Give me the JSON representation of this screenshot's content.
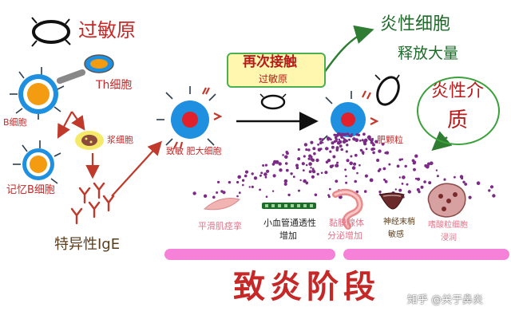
{
  "labels": {
    "allergen": "过敏原",
    "th_cell": "Th细胞",
    "b_cell": "B细胞",
    "plasma_cell": "浆细胞",
    "memory_b_cell": "记忆B细胞",
    "specific_ige": "特异性IgE",
    "sensitized_mast_cell": "致敏 肥大细胞",
    "reexposure_line1": "再次接触",
    "reexposure_line2": "过敏原",
    "inflammatory_cells_line1": "炎性细胞",
    "inflammatory_cells_line2": "释放大量",
    "inflammatory_substance_line1": "炎性介",
    "inflammatory_substance_line2": "质",
    "granules": "肥颗粒",
    "smooth_muscle": "平滑肌痉挛",
    "vascular_line1": "小血管通透性",
    "vascular_line2": "增加",
    "mucus_line1": "黏膜腺体",
    "mucus_line2": "分泌增加",
    "nerve_line1": "神经末梢",
    "nerve_line2": "敏感",
    "eosinophil_line1": "嗜酸粒细胞",
    "eosinophil_line2": "浸润",
    "stage_title": "致炎阶段",
    "watermark": "知乎 @关于鼻炎"
  },
  "colors": {
    "label_red": "#c62828",
    "arrow_red": "#c0392b",
    "cell_blue": "#1f8fe0",
    "nucleus_red": "#e0202a",
    "callout_fill": "#fff7b0",
    "callout_border": "#4caf50",
    "green_text": "#1e6b2a",
    "granule_purple": "#7b2a86",
    "pink_bar": "#f582d8"
  },
  "icons": [
    "allergen-icon",
    "th-cell-icon",
    "b-cell-icon",
    "plasma-cell-icon",
    "memory-b-cell-icon",
    "ige-antibody-icon",
    "mast-cell-icon",
    "smooth-muscle-icon",
    "blood-vessel-icon",
    "intestine-mucosa-icon",
    "nerve-ending-icon",
    "eosinophil-icon"
  ]
}
